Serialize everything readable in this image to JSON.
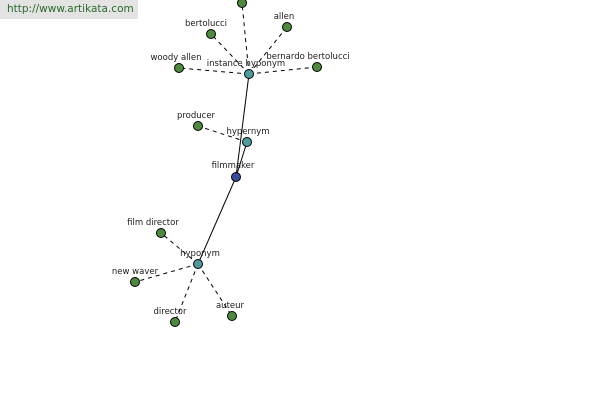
{
  "watermark": {
    "url_text": "http://www.artikata.com"
  },
  "colors": {
    "watermark_bg": "#e3e3e3",
    "watermark_text": "#2a6a2a",
    "center_node": "#3a4a9a",
    "relation_node": "#4f9a9a",
    "leaf_node": "#4e8a3e",
    "edge": "#000000"
  },
  "graph": {
    "center": {
      "id": "filmmaker",
      "label": "filmmaker"
    },
    "relations": [
      {
        "id": "hypernym",
        "label": "hypernym"
      },
      {
        "id": "instance-hyponym",
        "label": "instance hyponym"
      },
      {
        "id": "hyponym",
        "label": "hyponym"
      }
    ],
    "leaves": [
      {
        "id": "producer",
        "label": "producer",
        "parent": "hypernym"
      },
      {
        "id": "woody-allen",
        "label": "woody allen",
        "parent": "instance-hyponym"
      },
      {
        "id": "bertolucci",
        "label": "bertolucci",
        "parent": "instance-hyponym"
      },
      {
        "id": "allen",
        "label": "allen",
        "parent": "instance-hyponym"
      },
      {
        "id": "bernardo-bertolucci",
        "label": "bernardo bertolucci",
        "parent": "instance-hyponym"
      },
      {
        "id": "unlabeled-top",
        "label": "",
        "parent": "instance-hyponym"
      },
      {
        "id": "film-director",
        "label": "film director",
        "parent": "hyponym"
      },
      {
        "id": "new-waver",
        "label": "new waver",
        "parent": "hyponym"
      },
      {
        "id": "director",
        "label": "director",
        "parent": "hyponym"
      },
      {
        "id": "auteur",
        "label": "auteur",
        "parent": "hyponym"
      }
    ]
  }
}
